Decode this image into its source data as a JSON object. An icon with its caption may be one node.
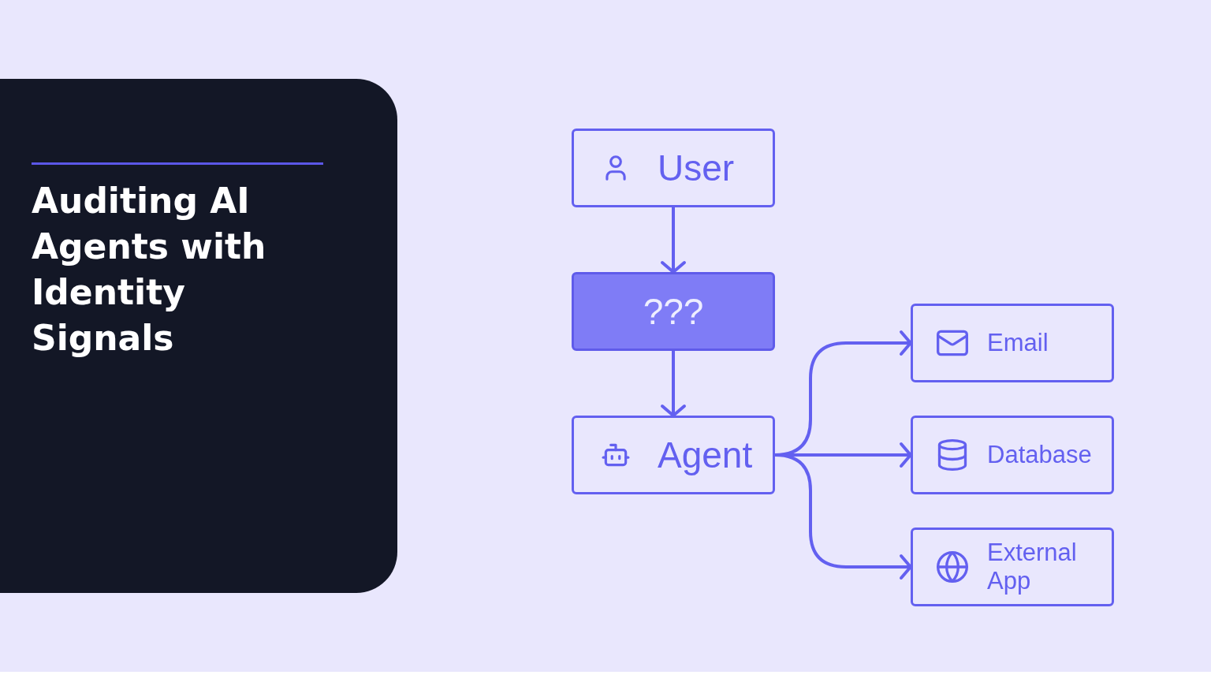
{
  "diagram": {
    "title": "Auditing AI Agents with Identity Signals",
    "nodes": [
      {
        "text": [
          "User"
        ]
      },
      {
        "text": [
          "???"
        ]
      },
      {
        "text": [
          "Agent"
        ]
      },
      {
        "text": [
          "Email"
        ]
      },
      {
        "text": [
          "Database"
        ]
      },
      {
        "text": [
          "External App"
        ]
      }
    ],
    "edges": [
      {
        "from": 0,
        "to": 1,
        "arrow": "to"
      },
      {
        "from": 1,
        "to": 2,
        "arrow": "to"
      },
      {
        "from": 2,
        "to": 3,
        "arrow": "to"
      },
      {
        "from": 2,
        "to": 4,
        "arrow": "to"
      },
      {
        "from": 2,
        "to": 5,
        "arrow": "to"
      }
    ]
  }
}
